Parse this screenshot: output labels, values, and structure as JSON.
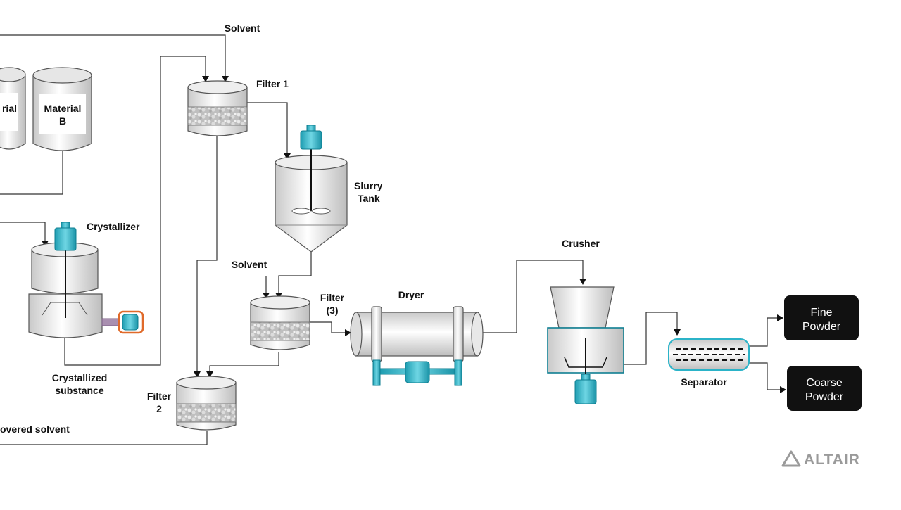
{
  "diagram": {
    "labels": {
      "solvent_top": "Solvent",
      "filter1": "Filter 1",
      "material_a": [
        "rial",
        ""
      ],
      "material_b": [
        "Material",
        "B"
      ],
      "slurry_tank": [
        "Slurry",
        "Tank"
      ],
      "crystallizer": "Crystallizer",
      "solvent_mid": "Solvent",
      "filter3": [
        "Filter",
        "(3)"
      ],
      "dryer": "Dryer",
      "crusher": "Crusher",
      "crystallized_substance": [
        "Crystallized",
        "substance"
      ],
      "filter2": [
        "Filter",
        "2"
      ],
      "recovered_solvent": "overed solvent",
      "separator": "Separator",
      "fine_powder": [
        "Fine",
        "Powder"
      ],
      "coarse_powder": [
        "Coarse",
        "Powder"
      ]
    },
    "brand": {
      "name": "ALTAIR"
    },
    "colors": {
      "accent": "#2bb3c8",
      "accent_dark": "#0f7f92",
      "product_box": "#111111",
      "motor": "#e06a2a"
    }
  }
}
